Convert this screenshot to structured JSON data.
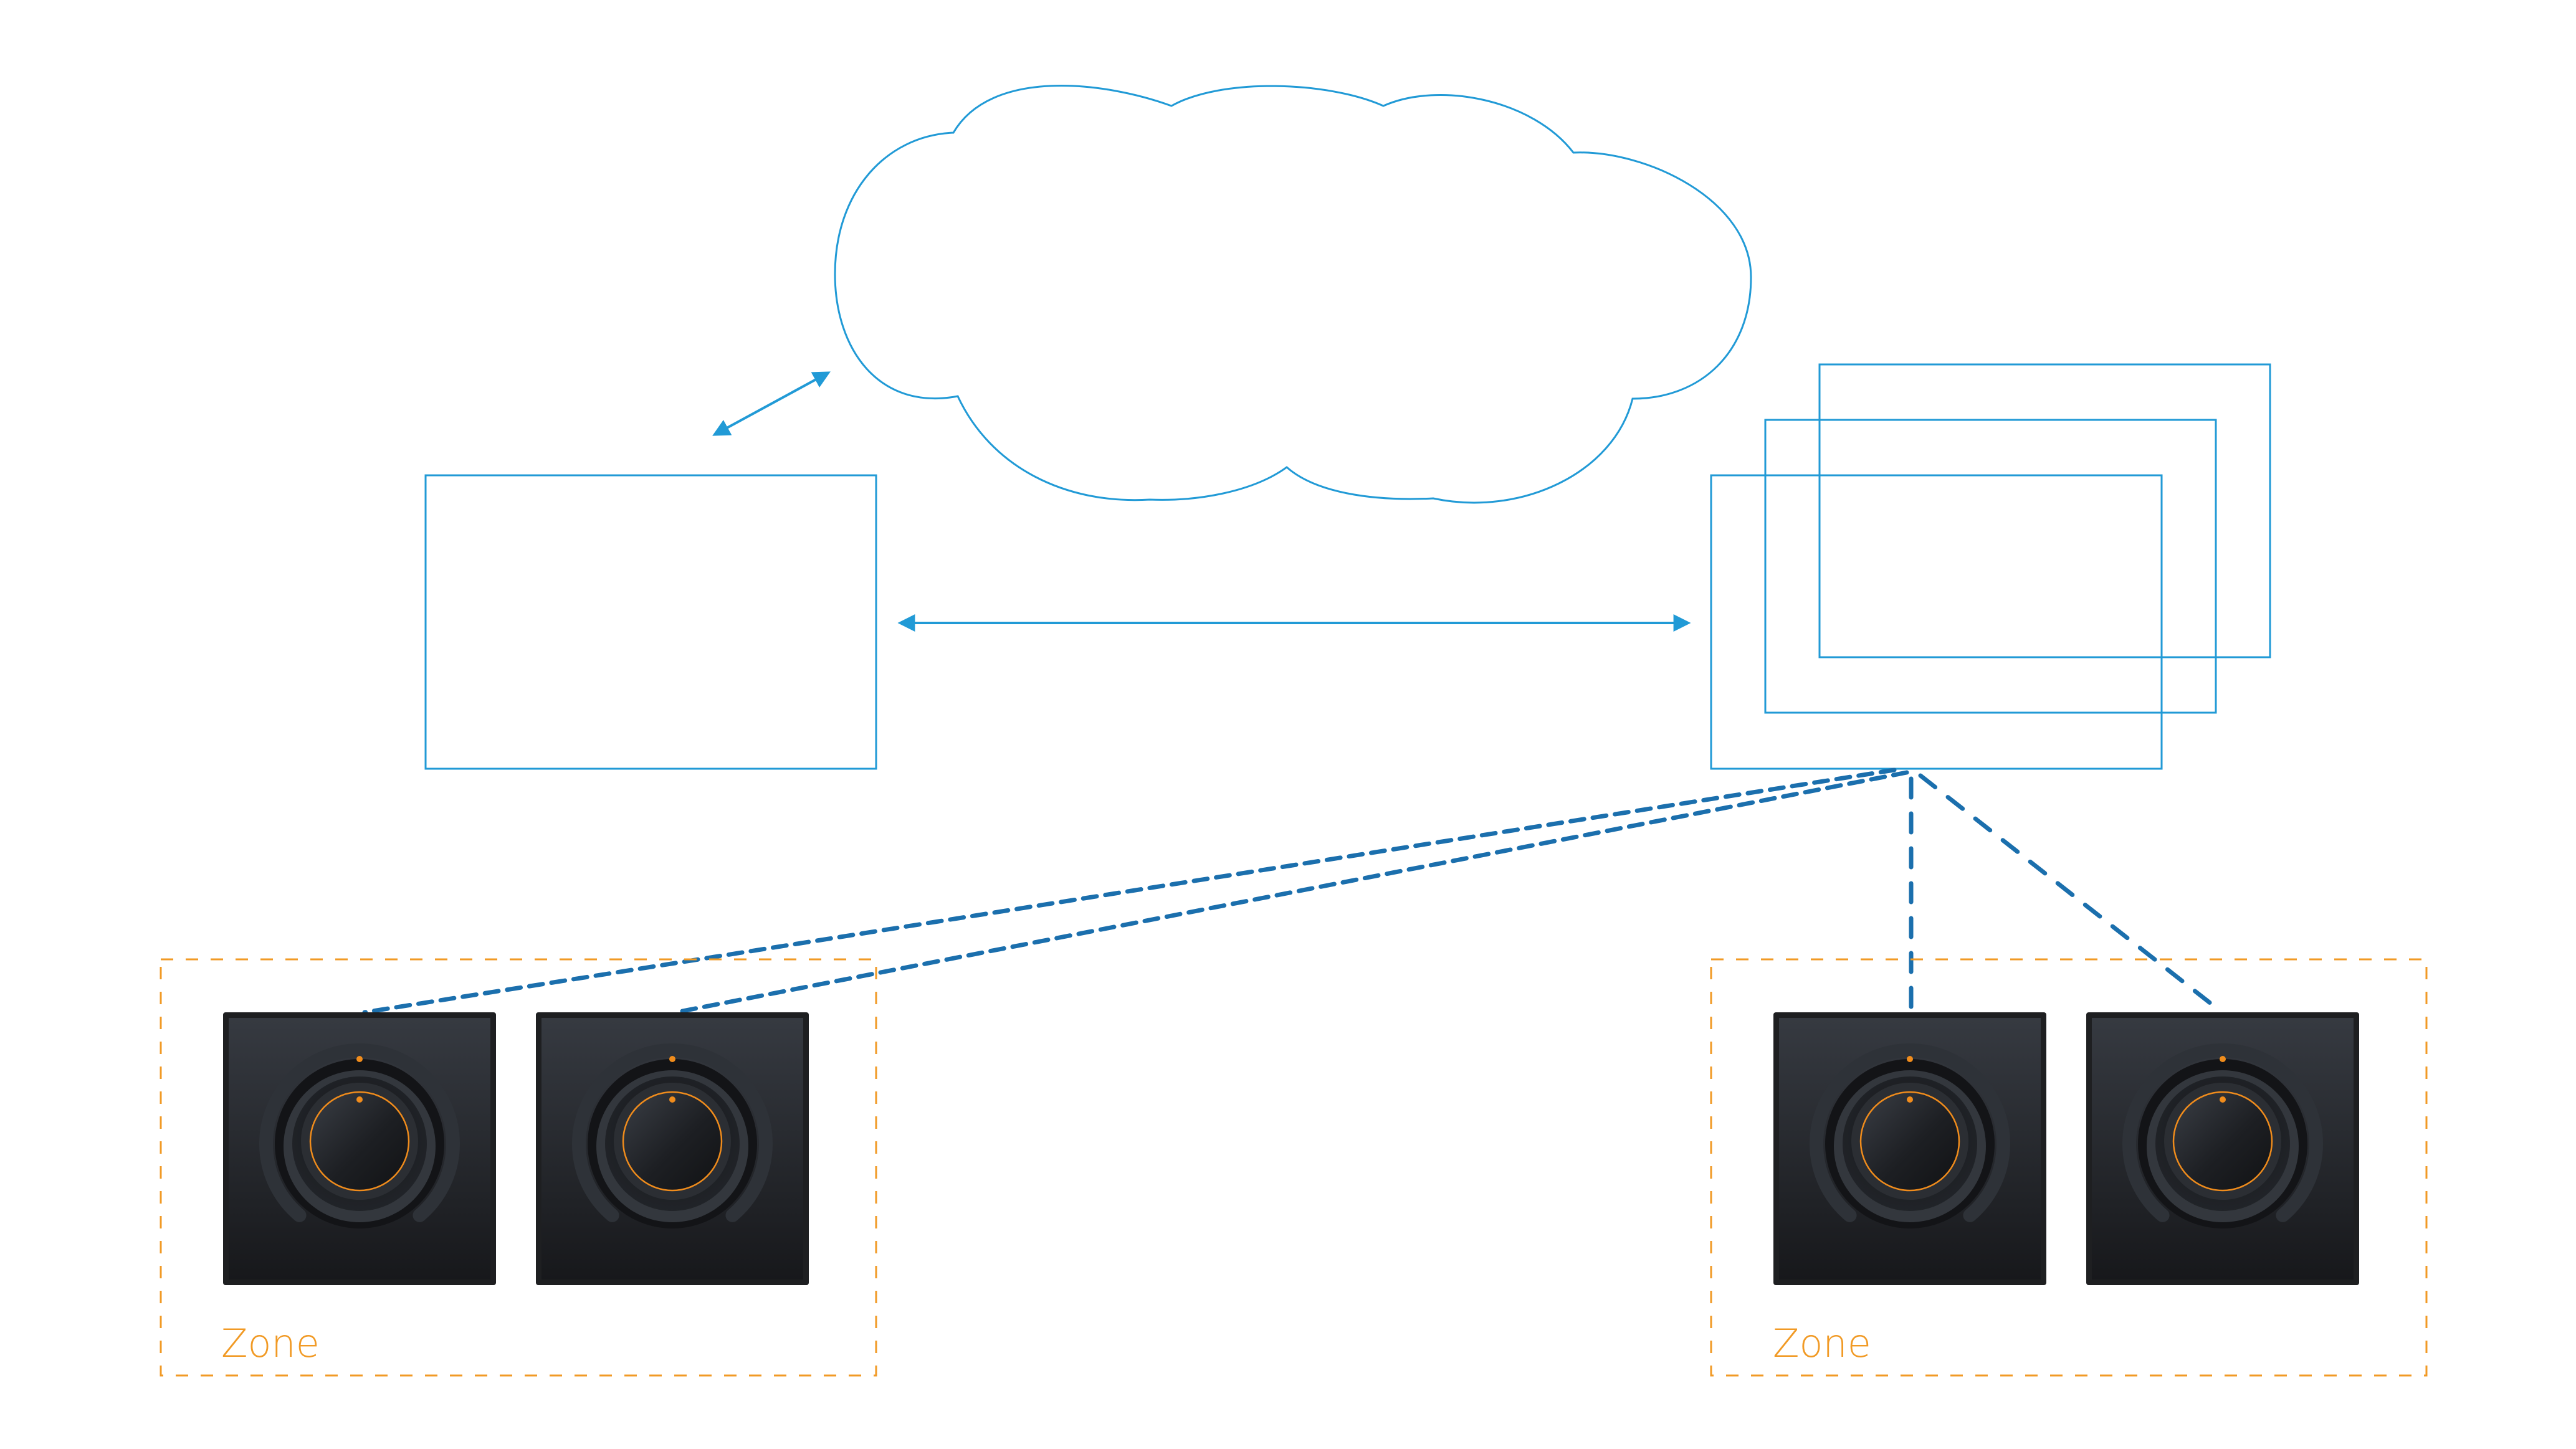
{
  "colors": {
    "background": "#ffffff",
    "line_blue": "#219ad6",
    "link_blue": "#1b6fad",
    "zone_orange": "#f19a25",
    "device_frame": "#1e1f21",
    "device_top": "#363a41",
    "device_bottom": "#17181b",
    "knob_accent": "#f08c1c"
  },
  "diagram": {
    "nodes": [
      {
        "id": "cloud",
        "shape": "cloud",
        "label": ""
      },
      {
        "id": "local-server",
        "shape": "rectangle",
        "label": ""
      },
      {
        "id": "server-stack",
        "shape": "stacked-rectangles",
        "count": 3,
        "label": ""
      }
    ],
    "connections": [
      {
        "from": "local-server",
        "to": "cloud",
        "style": "solid",
        "arrows": "both"
      },
      {
        "from": "local-server",
        "to": "server-stack",
        "style": "solid",
        "arrows": "both"
      },
      {
        "from": "server-stack",
        "to": "zone-1.device-1",
        "style": "dashed",
        "arrows": "none"
      },
      {
        "from": "server-stack",
        "to": "zone-1.device-2",
        "style": "dashed",
        "arrows": "none"
      },
      {
        "from": "server-stack",
        "to": "zone-2.device-1",
        "style": "dashed",
        "arrows": "none"
      },
      {
        "from": "server-stack",
        "to": "zone-2.device-2",
        "style": "dashed",
        "arrows": "none"
      }
    ],
    "zones": [
      {
        "label": "Zone",
        "devices": [
          {
            "type": "rotary-knob-controller"
          },
          {
            "type": "rotary-knob-controller"
          }
        ]
      },
      {
        "label": "Zone",
        "devices": [
          {
            "type": "rotary-knob-controller"
          },
          {
            "type": "rotary-knob-controller"
          }
        ]
      }
    ]
  }
}
